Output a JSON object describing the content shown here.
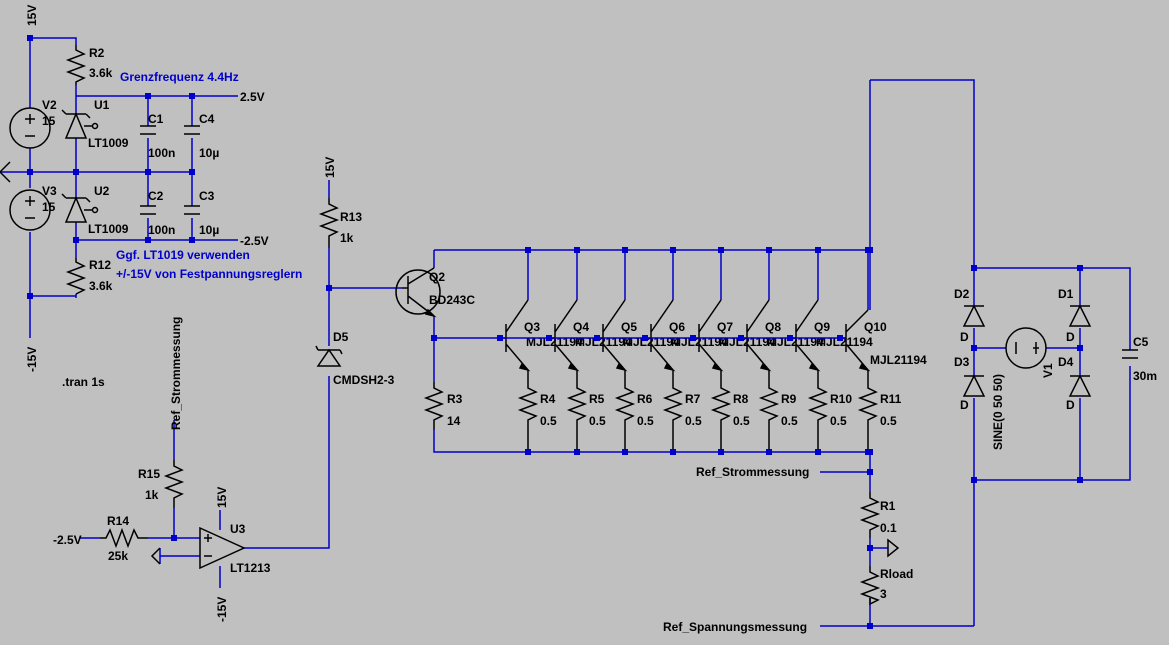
{
  "colors": {
    "background": "#c0c0c0",
    "wire": "#0000cc",
    "component": "#000000",
    "comment": "#0000cc"
  },
  "supply": {
    "v2_plus": "15V",
    "v3_minus": "-15V",
    "r13_top": "15V",
    "u3_plus": "15V",
    "u3_minus": "-15V"
  },
  "components": {
    "r2": {
      "name": "R2",
      "value": "3.6k"
    },
    "r12": {
      "name": "R12",
      "value": "3.6k"
    },
    "v2": {
      "name": "V2",
      "value": "15"
    },
    "v3": {
      "name": "V3",
      "value": "15"
    },
    "u1": {
      "name": "U1",
      "value": "LT1009"
    },
    "u2": {
      "name": "U2",
      "value": "LT1009"
    },
    "c1": {
      "name": "C1",
      "value": "100n"
    },
    "c2": {
      "name": "C2",
      "value": "100n"
    },
    "c3": {
      "name": "C3",
      "value": "10µ"
    },
    "c4": {
      "name": "C4",
      "value": "10µ"
    },
    "r13": {
      "name": "R13",
      "value": "1k"
    },
    "d5": {
      "name": "D5",
      "value": "CMDSH2-3"
    },
    "q2": {
      "name": "Q2",
      "value": "BD243C"
    },
    "r3": {
      "name": "R3",
      "value": "14"
    },
    "r15": {
      "name": "R15",
      "value": "1k"
    },
    "r14": {
      "name": "R14",
      "value": "25k"
    },
    "u3": {
      "name": "U3",
      "value": "LT1213"
    },
    "r1": {
      "name": "R1",
      "value": "0.1"
    },
    "rload": {
      "name": "Rload",
      "value": "3"
    },
    "c5": {
      "name": "C5",
      "value": "30m"
    },
    "v1": {
      "name": "V1",
      "value": "SINE(0 50 50)"
    },
    "d1": {
      "name": "D1",
      "value": "D"
    },
    "d2": {
      "name": "D2",
      "value": "D"
    },
    "d3": {
      "name": "D3",
      "value": "D"
    },
    "d4": {
      "name": "D4",
      "value": "D"
    }
  },
  "transistors": [
    {
      "name": "Q3",
      "value": "MJL21194"
    },
    {
      "name": "Q4",
      "value": "MJL21194"
    },
    {
      "name": "Q5",
      "value": "MJL21194"
    },
    {
      "name": "Q6",
      "value": "MJL21194"
    },
    {
      "name": "Q7",
      "value": "MJL21194"
    },
    {
      "name": "Q8",
      "value": "MJL21194"
    },
    {
      "name": "Q9",
      "value": "MJL21194"
    },
    {
      "name": "Q10",
      "value": "MJL21194"
    }
  ],
  "emitter_resistors": [
    {
      "name": "R4",
      "value": "0.5"
    },
    {
      "name": "R5",
      "value": "0.5"
    },
    {
      "name": "R6",
      "value": "0.5"
    },
    {
      "name": "R7",
      "value": "0.5"
    },
    {
      "name": "R8",
      "value": "0.5"
    },
    {
      "name": "R9",
      "value": "0.5"
    },
    {
      "name": "R10",
      "value": "0.5"
    },
    {
      "name": "R11",
      "value": "0.5"
    }
  ],
  "nets": {
    "ref_plus": "2.5V",
    "ref_minus": "-2.5V",
    "ref_in": "-2.5V",
    "ref_strom": "Ref_Strommessung",
    "ref_strom_vertical": "Ref_Strommessung",
    "ref_spannung": "Ref_Spannungsmessung"
  },
  "comments": {
    "grenzfrequenz": "Grenzfrequenz 4.4Hz",
    "hint_line1": "Ggf. LT1019 verwenden",
    "hint_line2": "+/-15V von Festpannungsreglern"
  },
  "directive": ".tran 1s"
}
